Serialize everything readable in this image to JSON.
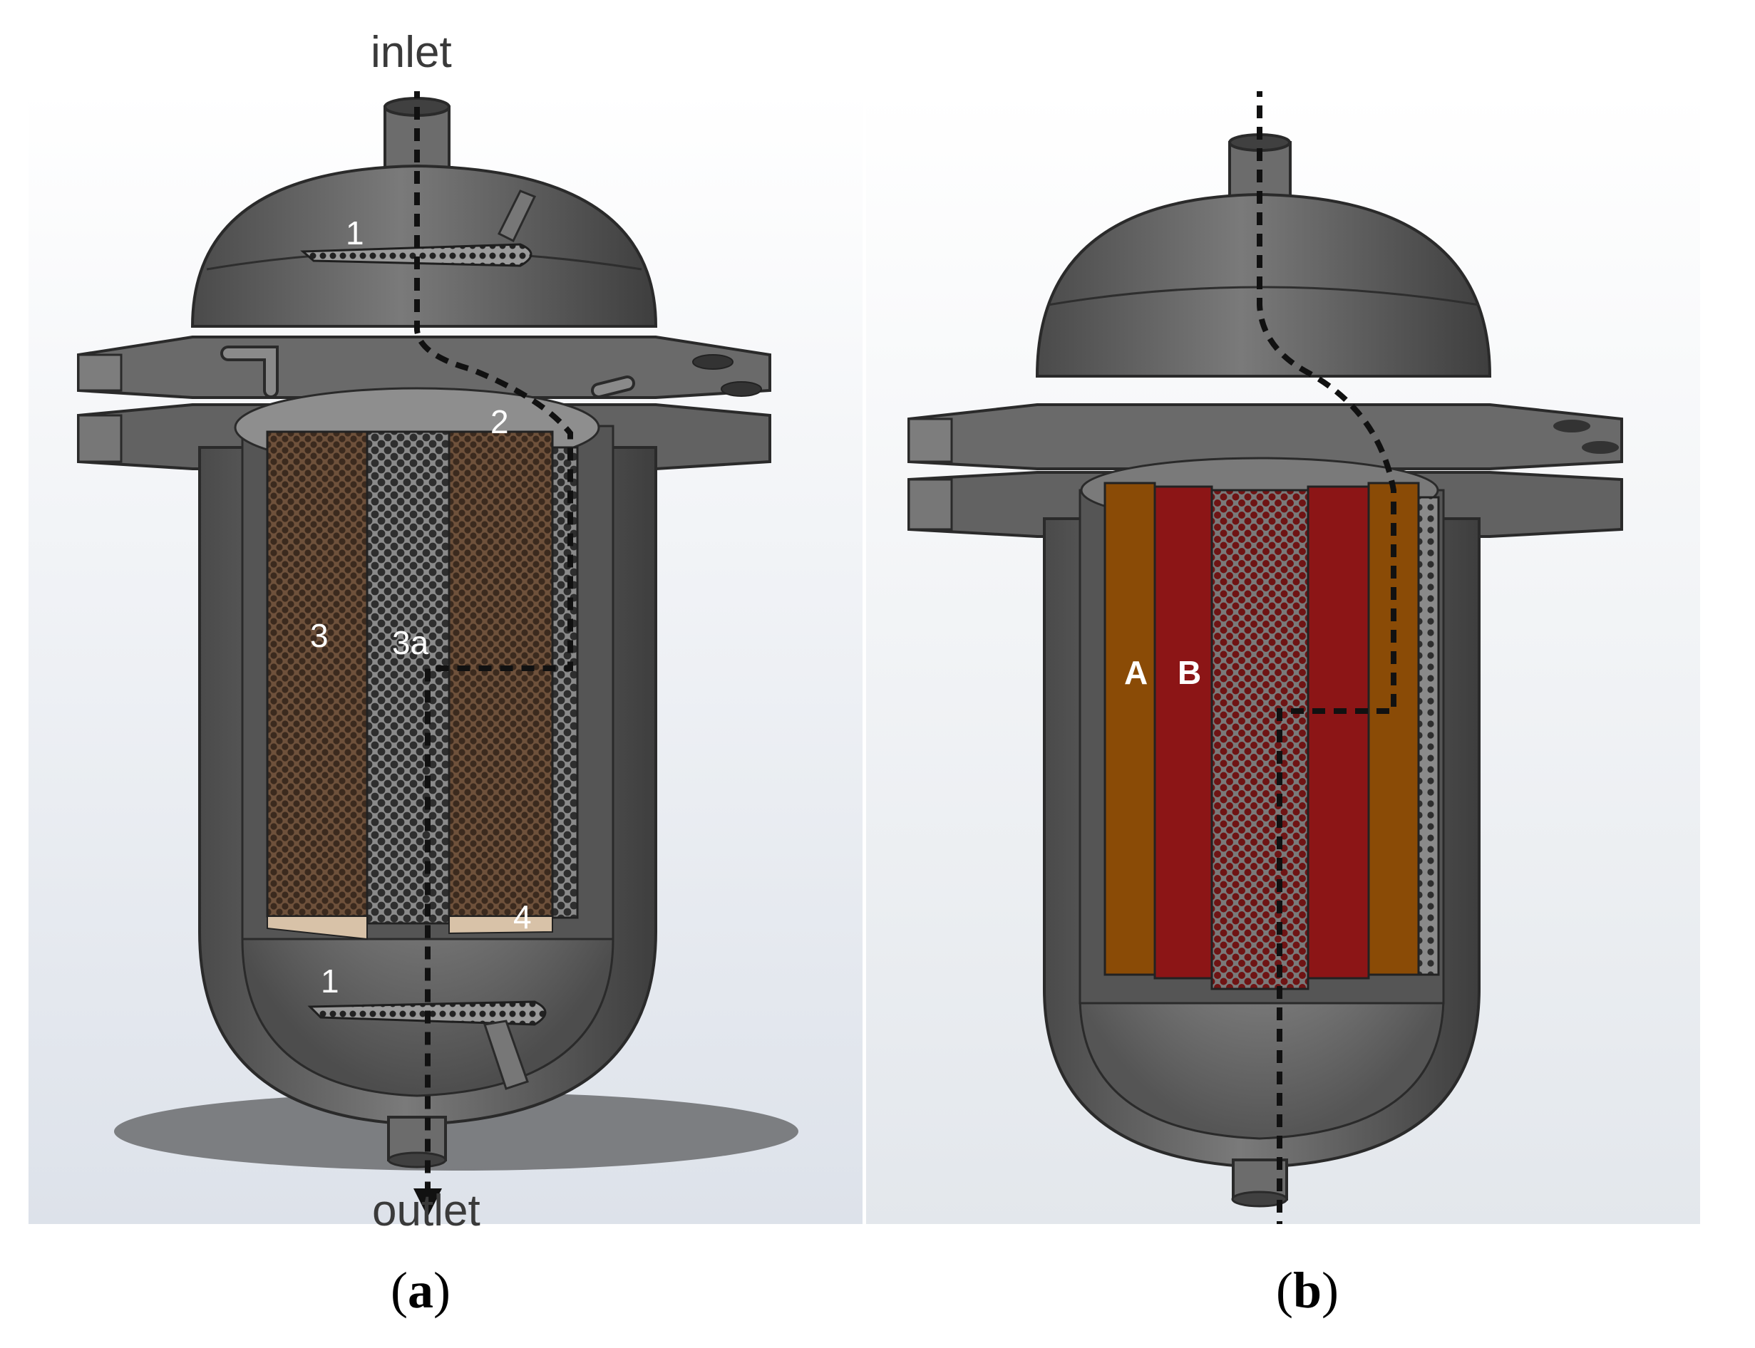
{
  "panel_a": {
    "inlet_label": "inlet",
    "outlet_label": "outlet",
    "markers": {
      "top_distributor": "1",
      "bottom_distributor": "1",
      "inner_top": "2",
      "outer_packing": "3",
      "inner_tube": "3a",
      "bottom_plate": "4"
    },
    "caption_open": "(",
    "caption_letter": "a",
    "caption_close": ")"
  },
  "panel_b": {
    "markers": {
      "layer_a": "A",
      "layer_b": "B"
    },
    "caption_open": "(",
    "caption_letter": "b",
    "caption_close": ")"
  },
  "colors": {
    "metal": "#5b5b5b",
    "metal_dark": "#3a3a3a",
    "packing_brown": "#6b4f3a",
    "layer_a": "#8a4b06",
    "layer_b": "#8c1516",
    "background_top": "#ffffff",
    "background_bottom": "#dfe4ea"
  }
}
